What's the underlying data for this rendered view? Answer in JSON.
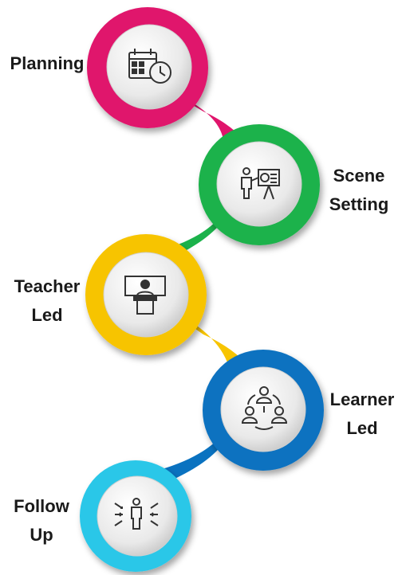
{
  "steps": [
    {
      "label": "Planning",
      "color": "#e0156c",
      "icon": "calendar-clock-icon"
    },
    {
      "label": "Scene\nSetting",
      "color": "#1bb24b",
      "icon": "presenter-board-icon"
    },
    {
      "label": "Teacher\nLed",
      "color": "#f7c400",
      "icon": "teacher-podium-icon"
    },
    {
      "label": "Learner\nLed",
      "color": "#0a72c0",
      "icon": "group-collaboration-icon"
    },
    {
      "label": "Follow\nUp",
      "color": "#2cc7e8",
      "icon": "person-arrows-icon"
    }
  ]
}
